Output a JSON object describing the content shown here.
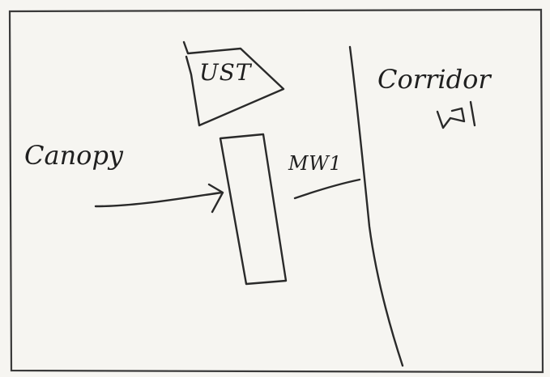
{
  "labels": {
    "ust": "UST",
    "canopy": "Canopy",
    "mw": "MW1",
    "corridor": "Corridor"
  },
  "colors": {
    "paper": "#f6f5f1",
    "ink": "#2a2a2a"
  }
}
